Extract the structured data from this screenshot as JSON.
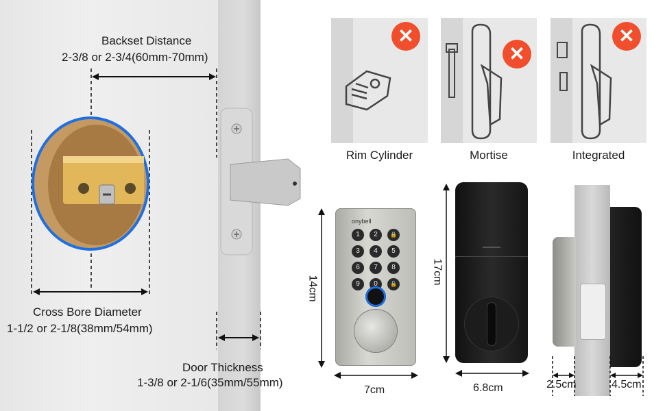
{
  "backset": {
    "title": "Backset Distance",
    "value": "2-3/8 or 2-3/4(60mm-70mm)"
  },
  "cross_bore": {
    "title": "Cross Bore Diameter",
    "value": "1-1/2 or 2-1/8(38mm/54mm)"
  },
  "door_thickness": {
    "title": "Door Thickness",
    "value": "1-3/8 or 2-1/6(35mm/55mm)"
  },
  "incompatible_types": [
    {
      "label": "Rim Cylinder",
      "status": "not-supported",
      "icon": "x-icon"
    },
    {
      "label": "Mortise",
      "status": "not-supported",
      "icon": "x-icon"
    },
    {
      "label": "Integrated",
      "status": "not-supported",
      "icon": "x-icon"
    }
  ],
  "exterior_unit": {
    "brand": "onybell",
    "height": "14cm",
    "width": "7cm",
    "keys": [
      "1",
      "2",
      "🔒",
      "3",
      "4",
      "5",
      "6",
      "7",
      "8",
      "9",
      "0",
      "🔓"
    ]
  },
  "interior_unit": {
    "height": "17cm",
    "width": "6.8cm"
  },
  "side_view": {
    "exterior_depth": "2.5cm",
    "interior_depth": "4.5cm"
  },
  "colors": {
    "x_badge": "#f04e2c",
    "card_bg": "#e8e8e8",
    "bore_ring": "#1f6fe0"
  }
}
